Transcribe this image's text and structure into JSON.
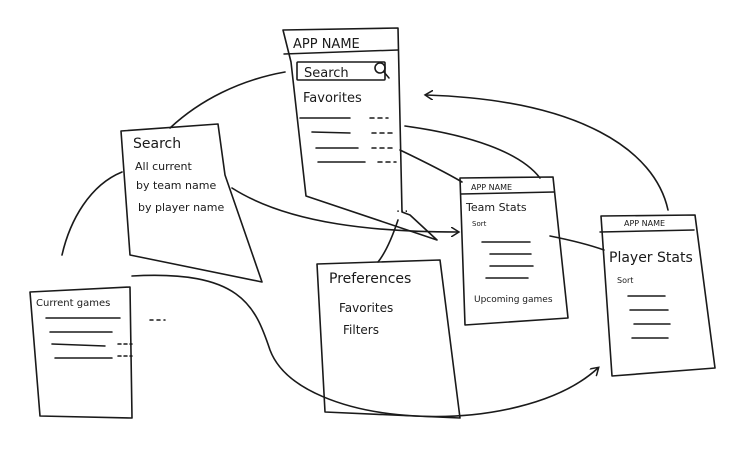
{
  "main_screen": {
    "header": "APP NAME",
    "search_label": "Search",
    "favorites_label": "Favorites",
    "more": "..."
  },
  "search_screen": {
    "title": "Search",
    "options": [
      "All current",
      "by team name",
      "by player name"
    ]
  },
  "current_games_screen": {
    "title": "Current games"
  },
  "preferences_screen": {
    "title": "Preferences",
    "items": [
      "Favorites",
      "Filters"
    ]
  },
  "team_stats_screen": {
    "header": "APP NAME",
    "title": "Team Stats",
    "sort_label": "Sort",
    "upcoming_label": "Upcoming games"
  },
  "player_stats_screen": {
    "header": "APP NAME",
    "title": "Player Stats",
    "sort_label": "Sort"
  },
  "colors": {
    "ink": "#1a1a1a",
    "paper": "#ffffff"
  }
}
